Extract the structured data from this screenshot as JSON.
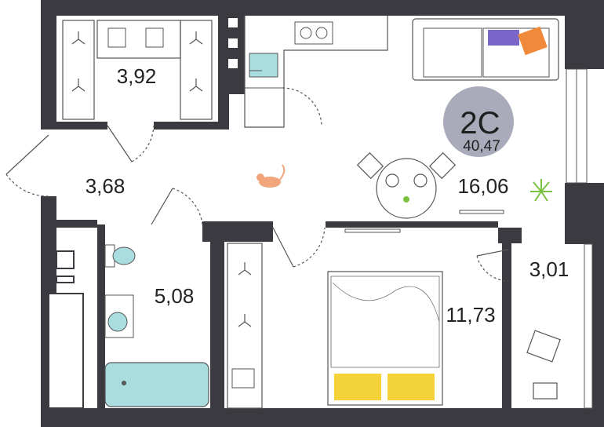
{
  "apartment": {
    "type_code": "2C",
    "total_area": "40,47",
    "badge_color": "#a9abbb"
  },
  "rooms": {
    "wardrobe": "3,92",
    "hallway": "3,68",
    "bathroom": "5,08",
    "living_kitchen": "16,06",
    "bedroom": "11,73",
    "balcony": "3,01"
  },
  "colors": {
    "wall": "#3a3a40",
    "line": "#2b2b2b",
    "bath_water": "#a9dde0",
    "pillow": "#f3d23a",
    "cushion_purple": "#7a66c8",
    "cushion_orange": "#f08a3a",
    "cat": "#f2a57a",
    "plant": "#7cc242"
  },
  "icons": [
    "stove-icon",
    "kitchen-sink-icon",
    "sofa-icon",
    "dining-table-icon",
    "cat-icon",
    "plant-icon",
    "tv-icon",
    "toilet-icon",
    "washbasin-icon",
    "bathtub-icon",
    "bed-icon",
    "hanger-icon",
    "chair-icon",
    "laptop-icon"
  ]
}
